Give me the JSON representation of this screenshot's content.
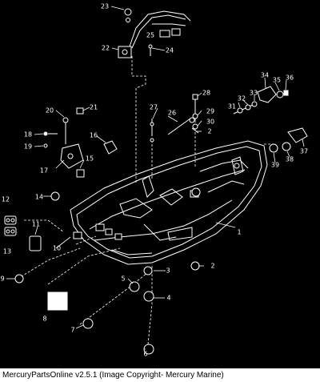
{
  "diagram": {
    "part_numbers": [
      "1",
      "2",
      "2",
      "3",
      "4",
      "5",
      "6",
      "7",
      "8",
      "9",
      "10",
      "11",
      "12",
      "13",
      "14",
      "15",
      "16",
      "17",
      "18",
      "19",
      "20",
      "21",
      "22",
      "23",
      "24",
      "25",
      "26",
      "27",
      "28",
      "29",
      "30",
      "31",
      "32",
      "33",
      "34",
      "35",
      "36",
      "37",
      "38",
      "39"
    ]
  },
  "footer": {
    "caption": "MercuryPartsOnline v2.5.1 (Image Copyright- Mercury Marine)"
  }
}
